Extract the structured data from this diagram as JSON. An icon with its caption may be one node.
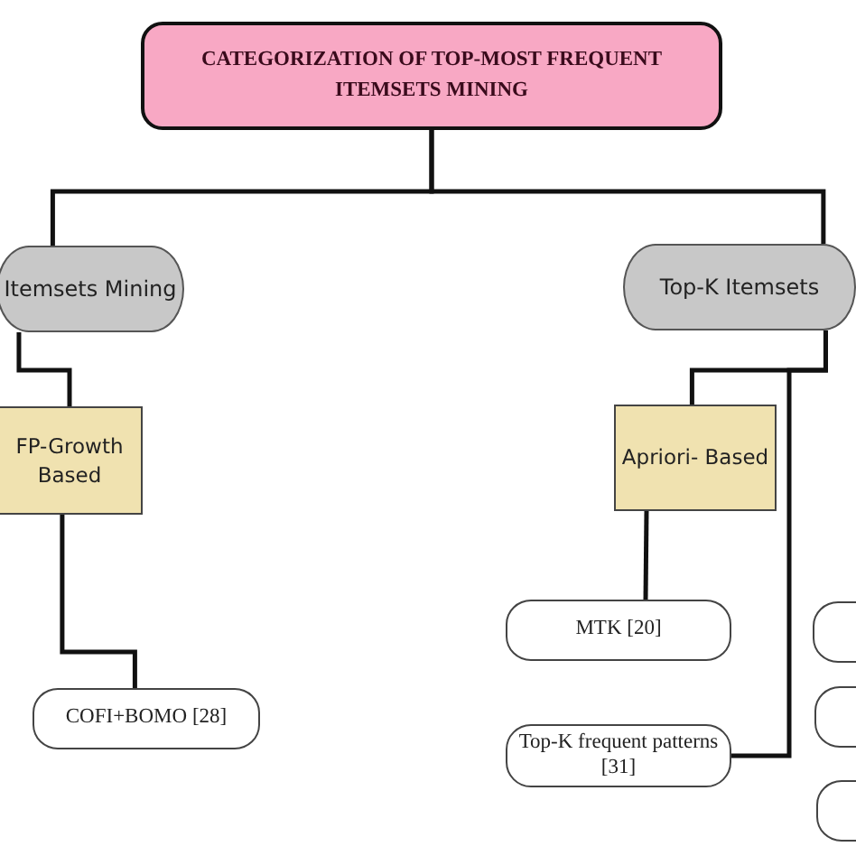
{
  "diagram": {
    "nodes": [
      {
        "text": [
          "CATEGORIZATION OF TOP-MOST FREQUENT ITEMSETS MINING"
        ]
      },
      {
        "text": [
          "Itemsets Mining"
        ]
      },
      {
        "text": [
          "Top-K Itemsets"
        ]
      },
      {
        "text": [
          "FP-Growth Based"
        ]
      },
      {
        "text": [
          "COFI+BOMO [28]"
        ]
      },
      {
        "text": [
          "Apriori- Based"
        ]
      },
      {
        "text": [
          "MTK [20]"
        ]
      },
      {
        "text": [
          "Top-K frequent patterns [31]"
        ]
      },
      {
        "text": [],
        "shape": "box"
      },
      {
        "text": [],
        "shape": "box"
      },
      {
        "text": [],
        "shape": "box"
      }
    ],
    "edges": [
      {
        "from": 0,
        "to": 1,
        "arrow": "none"
      },
      {
        "from": 0,
        "to": 2,
        "arrow": "none"
      },
      {
        "from": 1,
        "to": 3,
        "arrow": "none"
      },
      {
        "from": 3,
        "to": 4,
        "arrow": "none"
      },
      {
        "from": 2,
        "to": 5,
        "arrow": "none"
      },
      {
        "from": 5,
        "to": 6,
        "arrow": "none"
      },
      {
        "from": 2,
        "to": 7,
        "arrow": "none"
      }
    ]
  }
}
